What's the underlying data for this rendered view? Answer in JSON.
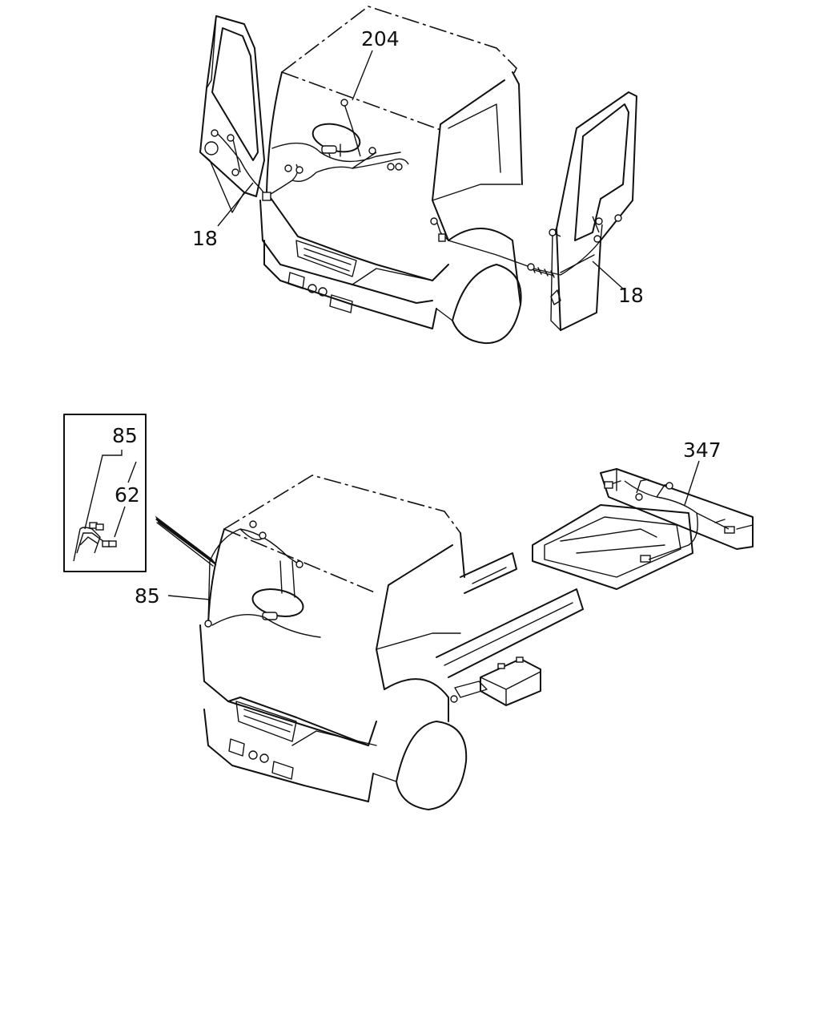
{
  "callouts": {
    "top_dash_harness": "204",
    "top_left_door_harness": "18",
    "top_right_door_harness": "18",
    "inset_harness": "85",
    "inset_connector": "62",
    "bottom_cab_harness": "85",
    "chassis_harness": "347"
  },
  "colors": {
    "line": "#111111",
    "background": "#ffffff"
  }
}
